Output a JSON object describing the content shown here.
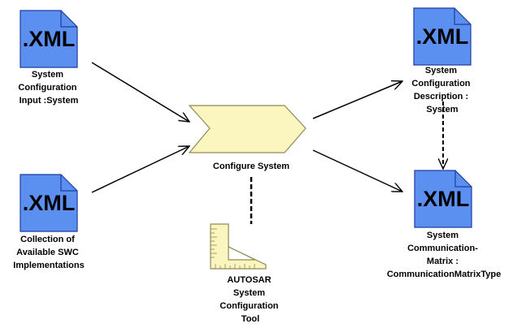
{
  "colors": {
    "document_fill": "#5b8ff0",
    "document_stroke": "#1d3f9c",
    "process_fill": "#fbf6c0",
    "process_stroke": "#8f8a55",
    "tool_fill": "#fbf6c0",
    "tool_stroke": "#8f8a55",
    "line": "#000000"
  },
  "documents": {
    "input_system": {
      "badge": ".XML",
      "label": [
        "System",
        "Configuration",
        "Input :System"
      ]
    },
    "swc_collection": {
      "badge": ".XML",
      "label": [
        "Collection of",
        "Available SWC",
        "Implementations"
      ]
    },
    "config_description": {
      "badge": ".XML",
      "label": [
        "System",
        "Configuration",
        "Description :",
        "System"
      ]
    },
    "comm_matrix": {
      "badge": ".XML",
      "label": [
        "System",
        "Communication-",
        "Matrix :",
        "CommunicationMatrixType"
      ]
    }
  },
  "process": {
    "label": "Configure System"
  },
  "tool": {
    "label": [
      "AUTOSAR",
      "System",
      "Configuration",
      "Tool"
    ]
  }
}
